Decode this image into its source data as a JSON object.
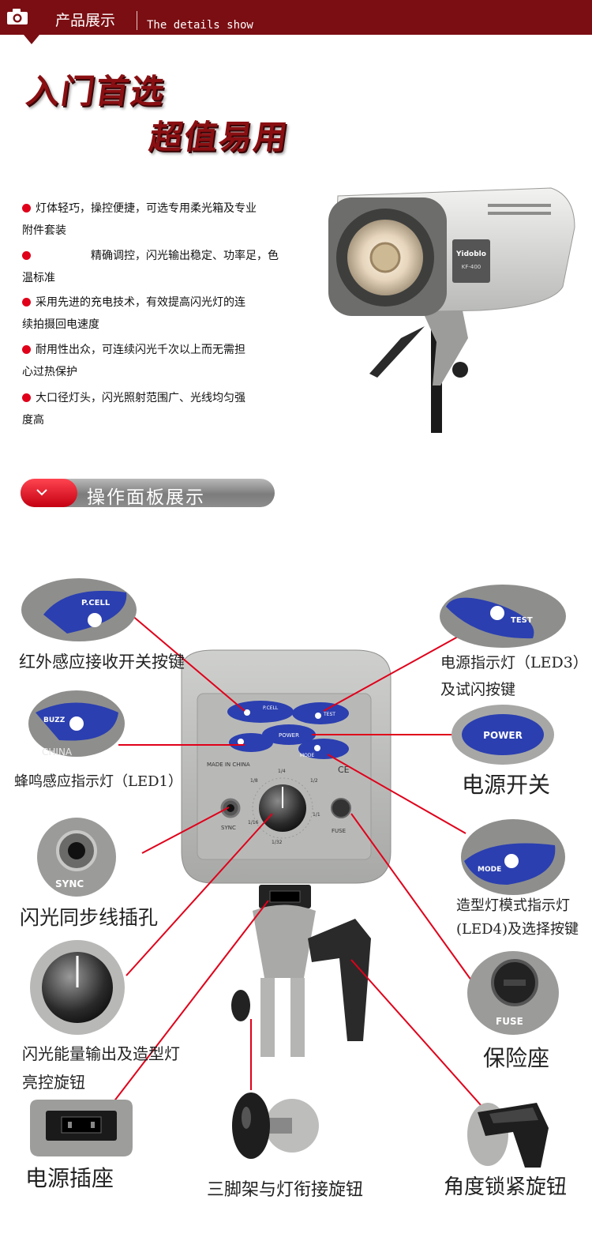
{
  "header": {
    "title_cn": "产品展示",
    "title_en": "The details show"
  },
  "slogan": {
    "line1": "入门首选",
    "line2": "超值易用"
  },
  "features": [
    {
      "line1": "灯体轻巧，操控便捷，可选专用柔光箱及专业",
      "line2": "附件套装"
    },
    {
      "line1": "　　　　　精确调控，闪光输出稳定、功率足，色",
      "line2": "温标准"
    },
    {
      "line1": "采用先进的充电技术，有效提高闪光灯的连",
      "line2": "续拍摄回电速度"
    },
    {
      "line1": "耐用性出众，可连续闪光千次以上而无需担",
      "line2": "心过热保护"
    },
    {
      "line1": "大口径灯头，闪光照射范围广、光线均匀强",
      "line2": "度高"
    }
  ],
  "product": {
    "brand": "Yidoblo",
    "model": "KF-400"
  },
  "section": {
    "title": "操作面板展示"
  },
  "panel": {
    "pcell": "P.CELL",
    "test": "TEST",
    "power": "POWER",
    "buzz": "BUZZ",
    "mode": "MODE",
    "made_in": "MADE IN CHINA",
    "sync": "SYNC",
    "fuse": "FUSE",
    "china": "CHINA",
    "ce": "CE",
    "dial": [
      "1/8",
      "1/4",
      "1/2",
      "1/1",
      "1/16",
      "1/32"
    ]
  },
  "labels": {
    "pcell": "红外感应接收开关按键",
    "led3_l1": "电源指示灯（LED3）",
    "led3_l2": "及试闪按键",
    "buzz": "蜂鸣感应指示灯（LED1）",
    "power": "电源开关",
    "sync": "闪光同步线插孔",
    "mode_l1": "造型灯模式指示灯",
    "mode_l2": "(LED4)及选择按键",
    "dial_l1": "闪光能量输出及造型灯",
    "dial_l2": "亮控旋钮",
    "fuse": "保险座",
    "socket": "电源插座",
    "tripod": "三脚架与灯衔接旋钮",
    "angle": "角度锁紧旋钮"
  },
  "colors": {
    "header": "#7a0e12",
    "accent_red": "#e0001a",
    "panel_blue": "#2b3fb0",
    "pointer": "#e0001a"
  }
}
